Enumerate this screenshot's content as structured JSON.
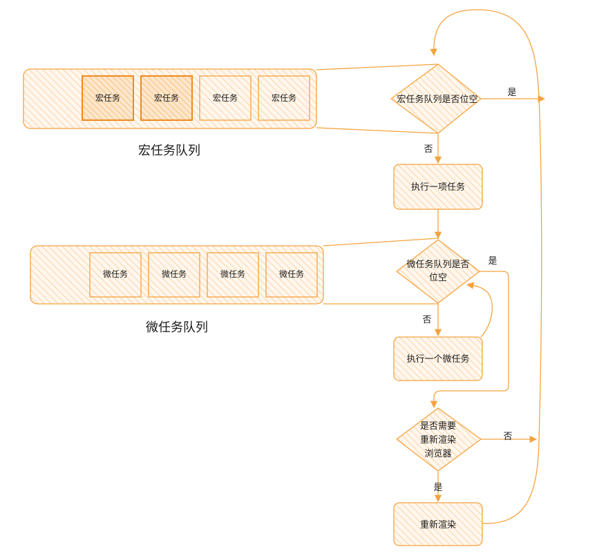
{
  "macro_queue": {
    "title": "宏任务队列",
    "items": [
      "宏任务",
      "宏任务",
      "宏任务",
      "宏任务"
    ]
  },
  "micro_queue": {
    "title": "微任务队列",
    "items": [
      "微任务",
      "微任务",
      "微任务",
      "微任务"
    ]
  },
  "flow": {
    "macro_empty_q": "宏任务队列是否位空",
    "exec_macro": "执行一项任务",
    "micro_empty_q_line1": "微任务队列是否",
    "micro_empty_q_line2": "位空",
    "exec_micro": "执行一个微任务",
    "render_q_line1": "是否需要",
    "render_q_line2": "重新渲染",
    "render_q_line3": "浏览器",
    "rerender": "重新渲染"
  },
  "edge_labels": {
    "macro_yes": "是",
    "macro_no": "否",
    "micro_yes": "是",
    "micro_no": "否",
    "render_no": "否",
    "render_yes": "是"
  },
  "colors": {
    "stroke": "#f5a23c",
    "stroke_dark": "#ef8a1e",
    "fill_light": "#fde3c4",
    "fill_dark": "#fbd3a4",
    "text": "#1a1a1a"
  }
}
